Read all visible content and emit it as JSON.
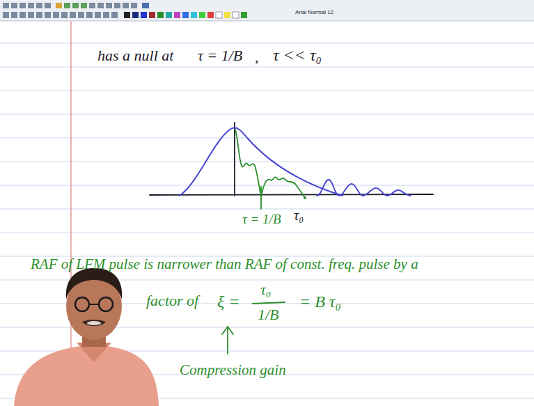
{
  "diagram": {
    "labels": [
      "Arial Normal 12",
      "has a null at",
      "τ = 1/B",
      ",",
      "τ << τ₀",
      "τ = 1/B",
      "τ₀",
      "RAF of LFM pulse is narrower than RAF of const. freq. pulse by a",
      "factor of",
      "ξ =",
      "τ₀",
      "1/B",
      "= B τ₀",
      "Compression gain"
    ]
  }
}
